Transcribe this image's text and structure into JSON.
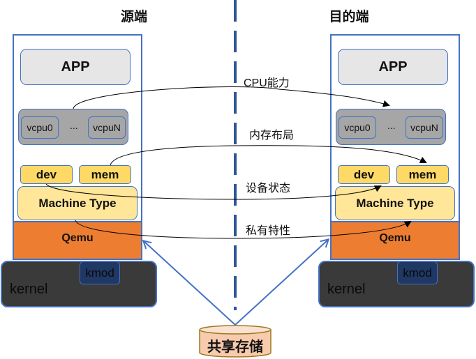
{
  "titles": {
    "source": "源端",
    "destination": "目的端"
  },
  "source": {
    "app": "APP",
    "vcpu_first": "vcpu0",
    "vcpu_ellipsis": "...",
    "vcpu_last": "vcpuN",
    "dev": "dev",
    "mem": "mem",
    "machine_type": "Machine Type",
    "qemu": "Qemu",
    "kmod": "kmod",
    "kernel": "kernel"
  },
  "destination": {
    "app": "APP",
    "vcpu_first": "vcpu0",
    "vcpu_ellipsis": "...",
    "vcpu_last": "vcpuN",
    "dev": "dev",
    "mem": "mem",
    "machine_type": "Machine Type",
    "qemu": "Qemu",
    "kmod": "kmod",
    "kernel": "kernel"
  },
  "flows": [
    {
      "label": "CPU能力",
      "from": "vcpu",
      "to": "vcpu"
    },
    {
      "label": "内存布局",
      "from": "mem",
      "to": "mem"
    },
    {
      "label": "设备状态",
      "from": "dev",
      "to": "machine-type"
    },
    {
      "label": "私有特性",
      "from": "machine-type",
      "to": "machine-type"
    }
  ],
  "shared_storage": {
    "label": "共享存储"
  },
  "colors": {
    "border_blue": "#4472c4",
    "divider": "#2f5597",
    "app_fill": "#e6e6e6",
    "vcpu_fill": "#a6a6a6",
    "chip_fill": "#ffd966",
    "machine_type_fill": "#ffe699",
    "qemu_fill": "#ed7d31",
    "kernel_fill": "#3a3a3a",
    "kmod_fill": "#1f3864",
    "storage_fill": "#f8cbad",
    "storage_border": "#9c7a1f"
  }
}
